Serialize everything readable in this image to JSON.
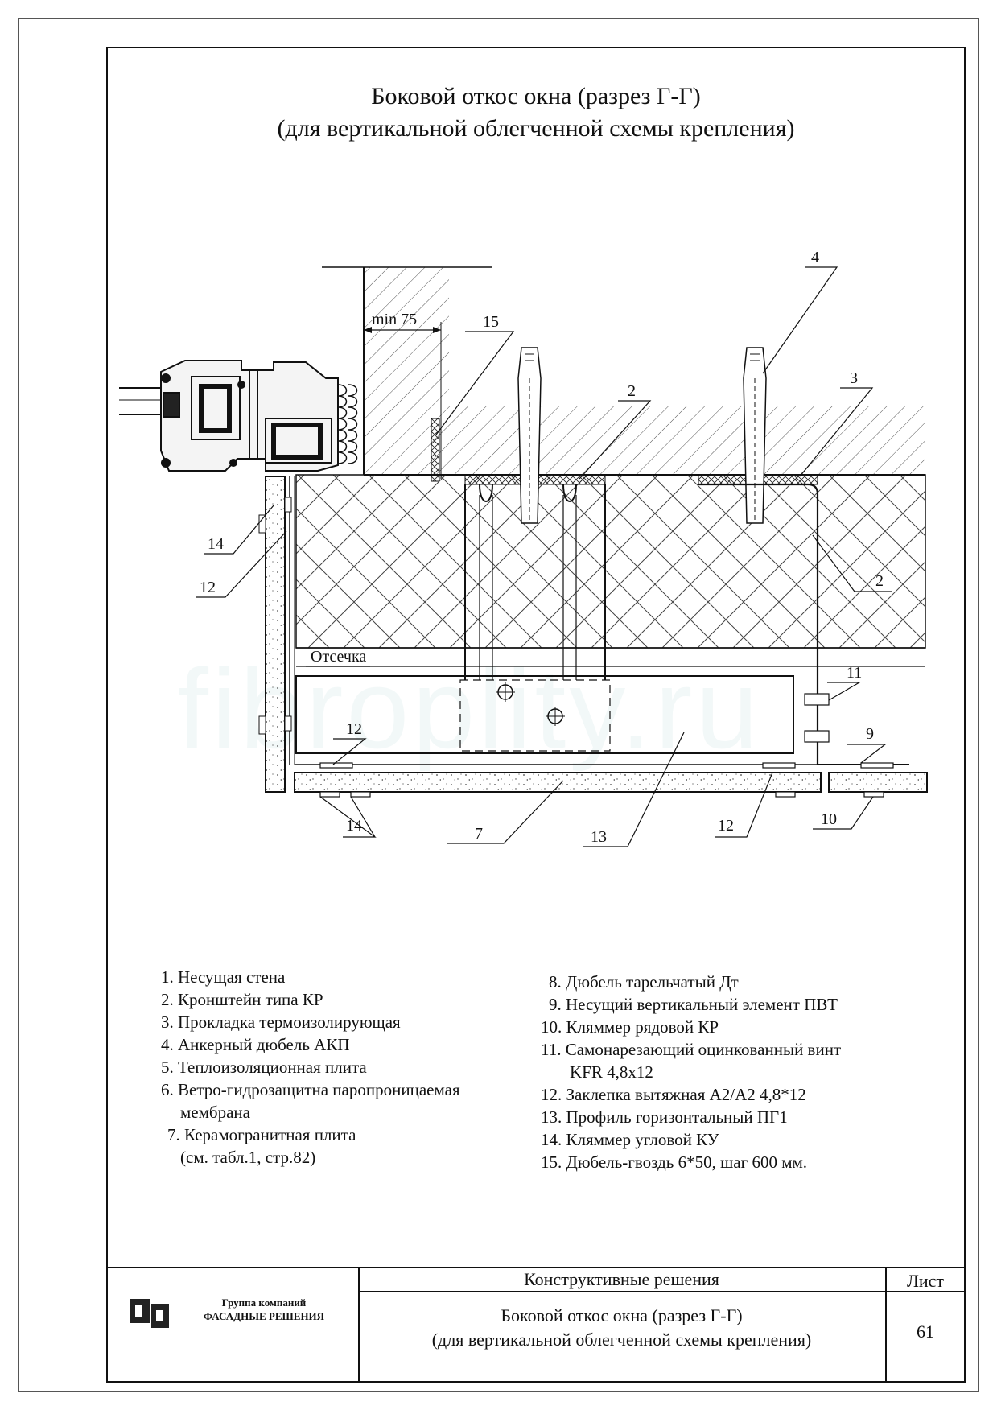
{
  "title": {
    "line1": "Боковой откос окна (разрез Г-Г)",
    "line2": "(для вертикальной облегченной схемы крепления)"
  },
  "drawing": {
    "dimension_label": "min 75",
    "cutoff_label": "Отсечка",
    "callouts": [
      "15",
      "4",
      "2",
      "3",
      "2",
      "14",
      "12",
      "11",
      "9",
      "12",
      "12",
      "14",
      "7",
      "13",
      "10"
    ]
  },
  "legend": {
    "left": [
      "1. Несущая стена",
      "2. Кронштейн типа КР",
      "3. Прокладка термоизолирующая",
      "4. Анкерный дюбель АКП",
      "5. Теплоизоляционная плита",
      "6. Ветро-гидрозащитна паропроницаемая",
      "мембрана",
      "7. Керамогранитная плита",
      "(см. табл.1, стр.82)"
    ],
    "right": [
      "8. Дюбель тарельчатый Дт",
      "9. Несущий вертикальный элемент ПВТ",
      "10. Кляммер рядовой КР",
      "11. Самонарезающий оцинкованный винт",
      "KFR 4,8х12",
      "12. Заклепка вытяжная А2/А2 4,8*12",
      "13. Профиль горизонтальный ПГ1",
      "14. Кляммер угловой КУ",
      "15. Дюбель-гвоздь 6*50, шаг 600 мм."
    ]
  },
  "watermark": "fibroplity.ru",
  "title_block": {
    "company_line1": "Группа компаний",
    "company_line2": "ФАСАДНЫЕ РЕШЕНИЯ",
    "section": "Конструктивные решения",
    "sheet_label": "Лист",
    "drawing_title_line1": "Боковой откос окна (разрез Г-Г)",
    "drawing_title_line2": "(для вертикальной облегченной схемы крепления)",
    "sheet_number": "61"
  }
}
